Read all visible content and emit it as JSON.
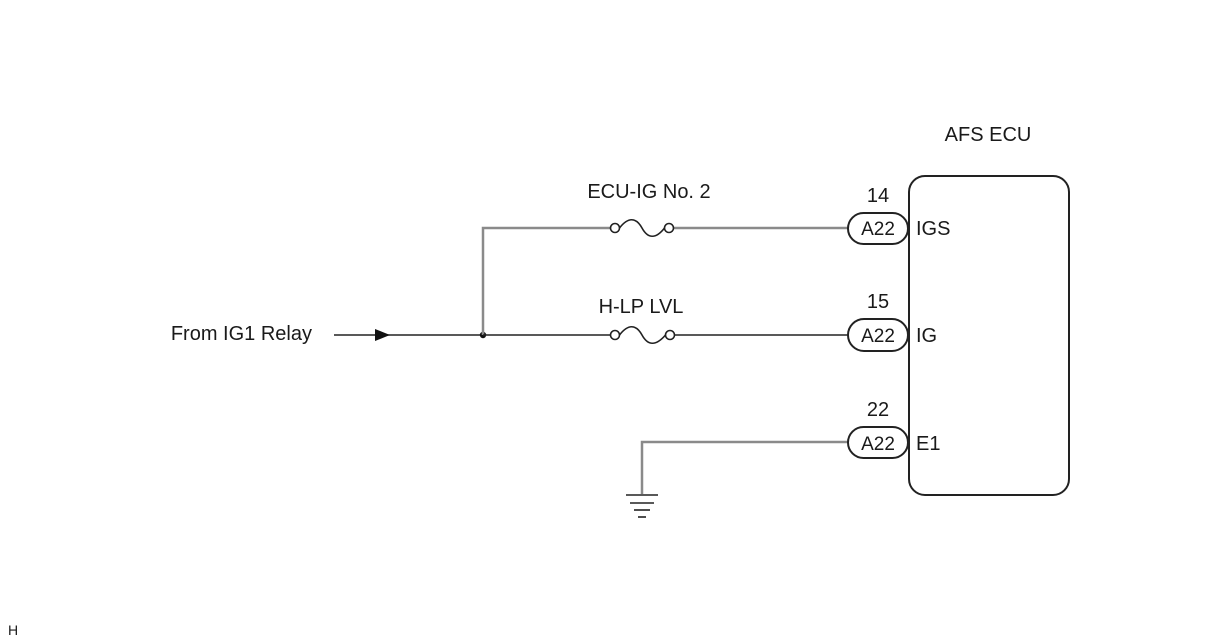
{
  "ecu": {
    "label": "AFS ECU"
  },
  "source": {
    "label": "From IG1 Relay"
  },
  "fuses": [
    {
      "name": "ECU-IG No. 2"
    },
    {
      "name": "H-LP LVL"
    }
  ],
  "pins": [
    {
      "number": "14",
      "connector": "A22",
      "terminal": "IGS"
    },
    {
      "number": "15",
      "connector": "A22",
      "terminal": "IG"
    },
    {
      "number": "22",
      "connector": "A22",
      "terminal": "E1"
    }
  ],
  "corner_mark": "H"
}
